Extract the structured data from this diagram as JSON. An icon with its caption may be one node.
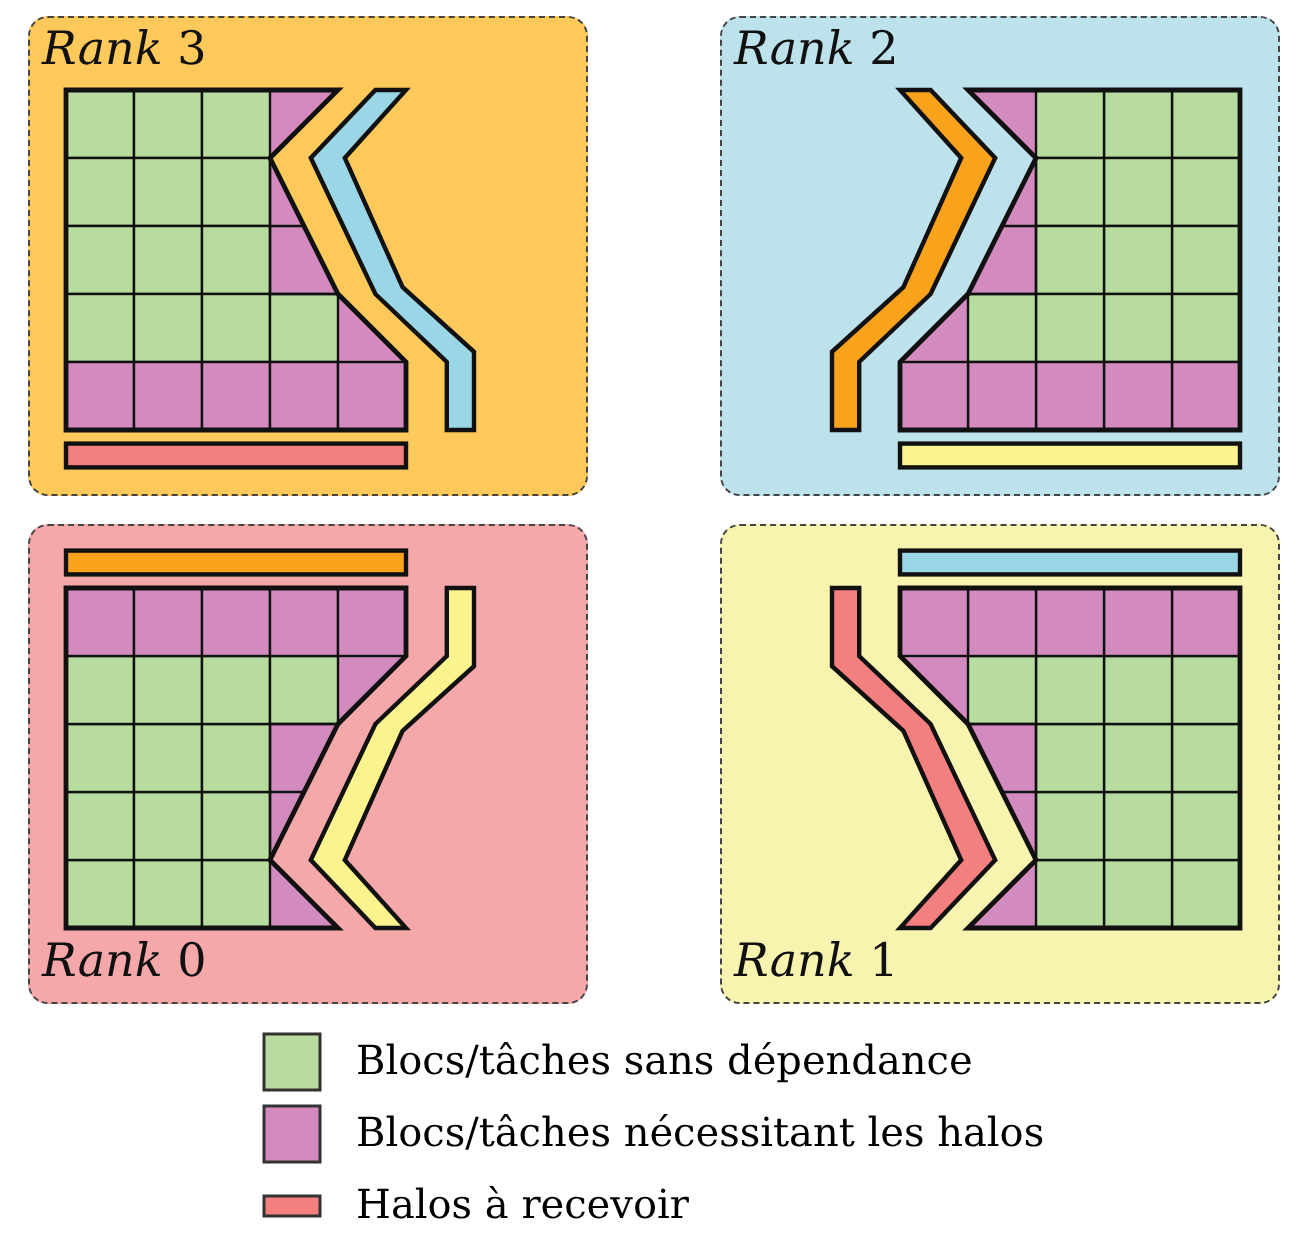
{
  "diagram": {
    "nodes": [
      {
        "text": [
          "*Rank* 3"
        ]
      },
      {
        "text": [
          "*Rank* 2"
        ]
      },
      {
        "text": [
          "*Rank* 0"
        ]
      },
      {
        "text": [
          "*Rank* 1"
        ]
      }
    ],
    "legend": [
      {
        "text": "Blocs/tâches sans dépendance",
        "color": "#b8dba0"
      },
      {
        "text": "Blocs/tâches nécessitant les halos",
        "color": "#d38bbf"
      },
      {
        "text": "Halos à recevoir",
        "color": "#f37f7f"
      }
    ]
  }
}
